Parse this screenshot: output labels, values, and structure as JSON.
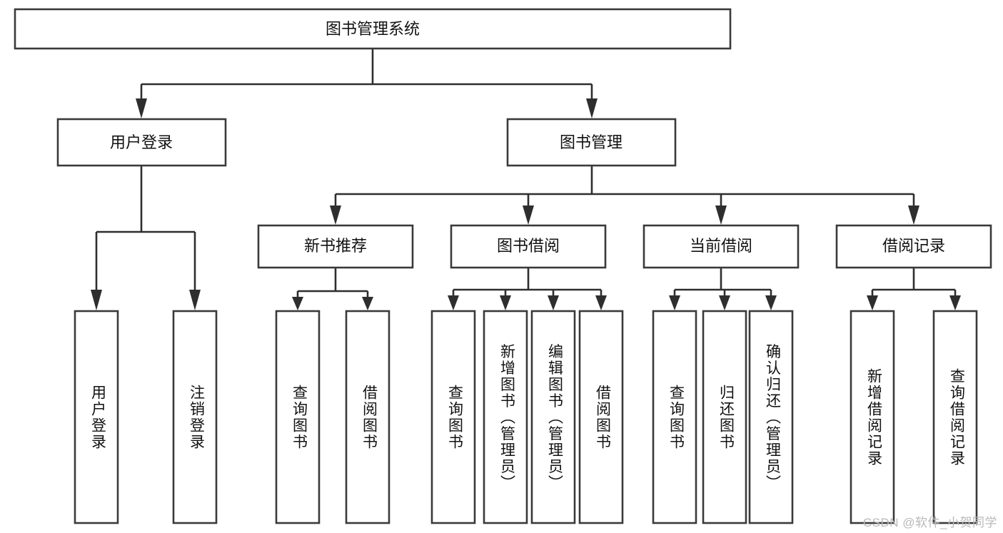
{
  "diagram": {
    "type": "tree-hierarchy",
    "title": "图书管理系统",
    "orientation": "top-down",
    "colors": {
      "box_fill": "#ffffff",
      "box_stroke": "#3a3a3a",
      "connector": "#2e2e2e",
      "text": "#111111",
      "watermark": "#b9b9b9"
    },
    "levels": [
      {
        "level": 1,
        "nodes": [
          {
            "id": "root",
            "label": "图书管理系统",
            "orientation": "horizontal"
          }
        ]
      },
      {
        "level": 2,
        "nodes": [
          {
            "id": "login",
            "label": "用户登录",
            "orientation": "horizontal",
            "parent": "root"
          },
          {
            "id": "bookmgmt",
            "label": "图书管理",
            "orientation": "horizontal",
            "parent": "root"
          }
        ]
      },
      {
        "level": 3,
        "nodes": [
          {
            "id": "newbook",
            "label": "新书推荐",
            "orientation": "horizontal",
            "parent": "bookmgmt"
          },
          {
            "id": "borrow",
            "label": "图书借阅",
            "orientation": "horizontal",
            "parent": "bookmgmt"
          },
          {
            "id": "current",
            "label": "当前借阅",
            "orientation": "horizontal",
            "parent": "bookmgmt"
          },
          {
            "id": "records",
            "label": "借阅记录",
            "orientation": "horizontal",
            "parent": "bookmgmt"
          }
        ]
      },
      {
        "level": 4,
        "nodes": [
          {
            "id": "leaf-user-login",
            "label": "用户登录",
            "orientation": "vertical",
            "parent": "login"
          },
          {
            "id": "leaf-user-logout",
            "label": "注销登录",
            "orientation": "vertical",
            "parent": "login"
          },
          {
            "id": "leaf-newbook-query",
            "label": "查询图书",
            "orientation": "vertical",
            "parent": "newbook"
          },
          {
            "id": "leaf-newbook-borrow",
            "label": "借阅图书",
            "orientation": "vertical",
            "parent": "newbook"
          },
          {
            "id": "leaf-borrow-query",
            "label": "查询图书",
            "orientation": "vertical",
            "parent": "borrow"
          },
          {
            "id": "leaf-borrow-add",
            "label": "新增图书（管理员）",
            "orientation": "vertical",
            "parent": "borrow"
          },
          {
            "id": "leaf-borrow-edit",
            "label": "编辑图书（管理员）",
            "orientation": "vertical",
            "parent": "borrow"
          },
          {
            "id": "leaf-borrow-lend",
            "label": "借阅图书",
            "orientation": "vertical",
            "parent": "borrow"
          },
          {
            "id": "leaf-current-query",
            "label": "查询图书",
            "orientation": "vertical",
            "parent": "current"
          },
          {
            "id": "leaf-current-return",
            "label": "归还图书",
            "orientation": "vertical",
            "parent": "current"
          },
          {
            "id": "leaf-current-confirm",
            "label": "确认归还（管理员）",
            "orientation": "vertical",
            "parent": "current"
          },
          {
            "id": "leaf-records-add",
            "label": "新增借阅记录",
            "orientation": "vertical",
            "parent": "records"
          },
          {
            "id": "leaf-records-query",
            "label": "查询借阅记录",
            "orientation": "vertical",
            "parent": "records"
          }
        ]
      }
    ]
  },
  "watermark": {
    "text": "CSDN @软件_小贺同学"
  }
}
